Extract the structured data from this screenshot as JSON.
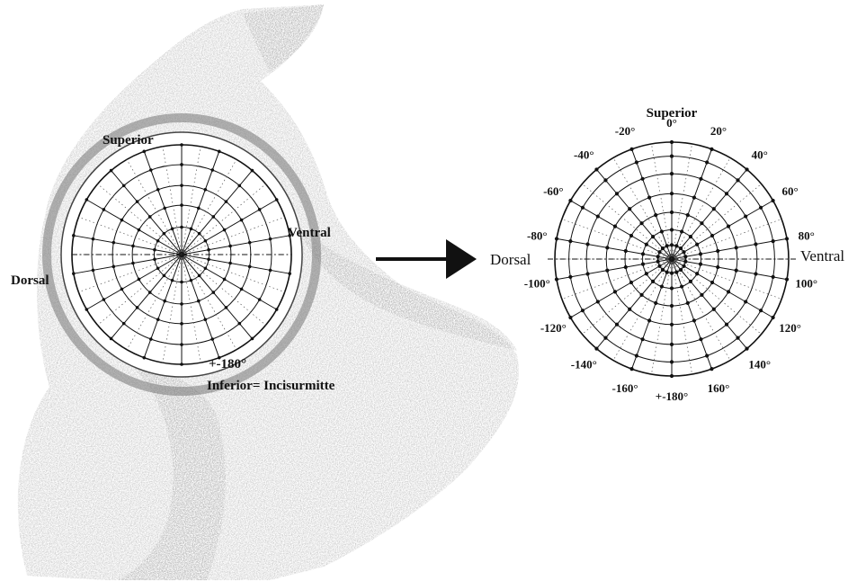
{
  "left_panel": {
    "superior": "Superior",
    "dorsal": "Dorsal",
    "ventral": "Ventral",
    "plus_minus_180": "+-180°",
    "inferior_note": "Inferior= Incisurmitte"
  },
  "right_panel": {
    "superior": "Superior",
    "dorsal": "Dorsal",
    "ventral": "Ventral",
    "angle_labels": [
      "0°",
      "20°",
      "40°",
      "60°",
      "80°",
      "100°",
      "120°",
      "140°",
      "160°",
      "+-180°",
      "-160°",
      "-140°",
      "-120°",
      "-100°",
      "-80°",
      "-60°",
      "-40°",
      "-20°"
    ]
  },
  "colors": {
    "ink": "#111111",
    "bone_light": "#d8d8d8",
    "bone_dark": "#8a8a8a"
  }
}
